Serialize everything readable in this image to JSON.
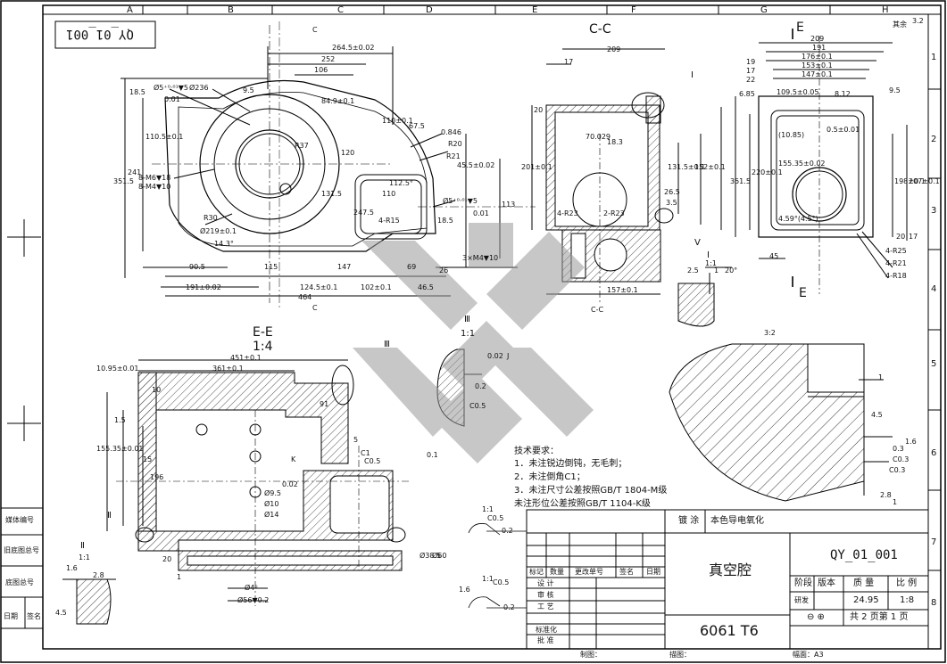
{
  "frame": {
    "columns": [
      "A",
      "B",
      "C",
      "D",
      "E",
      "F",
      "G",
      "H"
    ],
    "rows": [
      "1",
      "2",
      "3",
      "4",
      "5",
      "6",
      "7",
      "8"
    ],
    "rotated_code": "QY_01_001",
    "roughness_rest": "其余",
    "roughness_rest_value": "3.2"
  },
  "side_labels": [
    "媒体编号",
    "旧底图总号",
    "底图总号",
    "日期",
    "签名"
  ],
  "views": {
    "top": {
      "dims": [
        "264.5±0.02",
        "252",
        "106",
        "Ø5⁺⁰·⁰¹▼5",
        "Ø236",
        "9.5",
        "18.5",
        "110.5±0.1",
        "241",
        "351.5",
        "84.9±0.1",
        "R37",
        "120",
        "110±0.1",
        "67.5",
        "0.846",
        "R20",
        "R21",
        "45.5±0.02",
        "Ø5⁺⁰·⁰¹▼5",
        "113",
        "131.5",
        "112.5°",
        "110",
        "247.5",
        "18.5",
        "4-R15",
        "8-M6▼18",
        "8-M4▼10",
        "R30",
        "Ø219±0.1",
        "14.3°",
        "90.5",
        "115",
        "147",
        "69",
        "26",
        "191±0.02",
        "124.5±0.1",
        "102±0.1",
        "46.5",
        "464",
        "3×M4▼10",
        "0.01",
        "0.01"
      ]
    },
    "cc": {
      "title": "C-C",
      "caption": "C-C",
      "dims": [
        "209",
        "17",
        "20",
        "70.029",
        "18.3",
        "201±0.1",
        "131.5±0.1",
        "152±0.1",
        "26.5",
        "3.5",
        "4-R23",
        "2-R23",
        "157±0.1",
        "Ⅰ",
        "Ⅴ"
      ]
    },
    "ee_top": {
      "title": "E",
      "dims": [
        "209",
        "191",
        "176±0.1",
        "153±0.1",
        "147±0.1",
        "19",
        "17",
        "22",
        "109.5±0.05",
        "8.12",
        "6.85",
        "9.5",
        "(10.85)",
        "0.5±0.01",
        "155.35±0.02",
        "220±0.1",
        "351.5",
        "198±0.1",
        "207±0.1",
        "20",
        "17",
        "4.59°(4.5°)",
        "45",
        "4-R25",
        "4-R21",
        "4-R18"
      ]
    },
    "detail_i": {
      "label": "Ⅰ",
      "scale": "1:1",
      "dims": [
        "2.5",
        "1",
        "20°"
      ]
    },
    "detail_iii_big": {
      "scale": "3:2",
      "dims": [
        "1",
        "4.5",
        "1.6",
        "0.3",
        "C0.3",
        "C0.3",
        "2.8",
        "1"
      ]
    },
    "ee_section": {
      "title": "E-E",
      "scale": "1:4",
      "dims": [
        "451±0.1",
        "361±0.1",
        "10.95±0.01",
        "10",
        "1.5",
        "15",
        "155.35±0.01",
        "196",
        "91",
        "5",
        "C1",
        "C0.5",
        "20",
        "1",
        "Ø4⁰",
        "Ø56▼0.2",
        "Ø38.5",
        "Ø60",
        "Ø9.5",
        "Ø10",
        "Ø14",
        "0.02",
        "0.1",
        "J",
        "K",
        "Ⅱ",
        "Ⅲ"
      ]
    },
    "detail_iii_small": {
      "label": "Ⅲ",
      "scale": "1:1",
      "dims": [
        "0.02",
        "J",
        "0.2",
        "C0.5"
      ]
    },
    "detail_ii": {
      "label": "Ⅱ",
      "scale": "1:1",
      "dims": [
        "2.8",
        "4.5",
        "1.6"
      ]
    },
    "misc": {
      "dims": [
        "1:1",
        "C0.5",
        "0.2",
        "1.6",
        "1:1",
        "C0.5",
        "0.2"
      ]
    }
  },
  "tech_req": {
    "title": "技术要求：",
    "items": [
      "1．未注锐边倒钝，无毛刺；",
      "2．未注倒角C1；",
      "3．未注尺寸公差按照GB/T 1804-M级",
      "   未注形位公差按照GB/T 1104-K级"
    ]
  },
  "title_block": {
    "coating_label": "镀 涂",
    "coating_value": "本色导电氧化",
    "part_name": "真空腔",
    "drawing_no": "QY_01_001",
    "material": "6061 T6",
    "stage_label": "阶段",
    "version_label": "版本",
    "mass_label": "质 量",
    "scale_label": "比 例",
    "stage_value": "研发",
    "mass_value": "24.95",
    "scale_value": "1:8",
    "sheets": "共 2 页第 1 页",
    "rev_headers": [
      "标记",
      "数量",
      "更改单号",
      "签名",
      "日期"
    ],
    "roles": [
      "设 计",
      "审 核",
      "工 艺",
      "标准化",
      "批 准"
    ],
    "footer_labels": [
      "制图：",
      "描图：",
      "幅面：A3"
    ]
  }
}
